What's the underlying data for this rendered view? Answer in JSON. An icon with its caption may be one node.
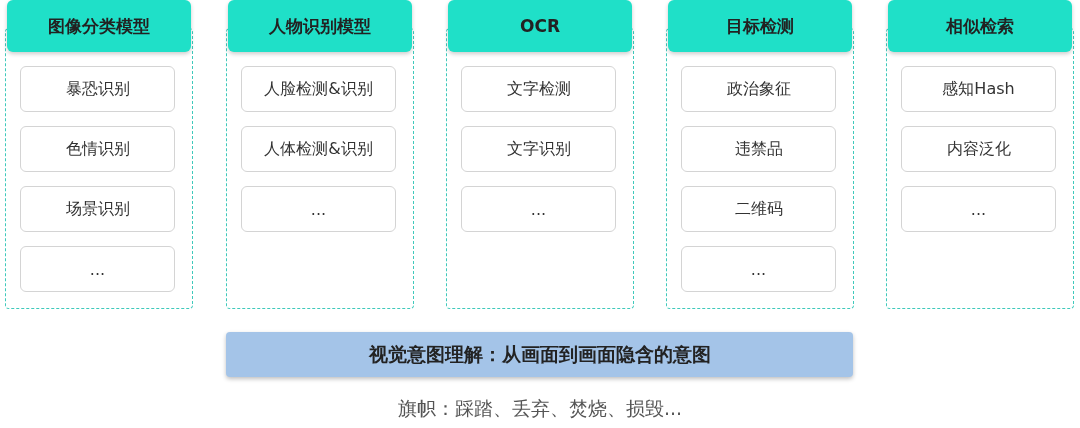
{
  "diagram": {
    "nodes": [
      {
        "text": [
          "图像分类模型"
        ]
      },
      {
        "text": [
          "暴恐识别"
        ],
        "in": 0
      },
      {
        "text": [
          "色情识别"
        ],
        "in": 0
      },
      {
        "text": [
          "场景识别"
        ],
        "in": 0
      },
      {
        "text": [
          "..."
        ],
        "in": 0
      },
      {
        "text": [
          "人物识别模型"
        ]
      },
      {
        "text": [
          "人脸检测&识别"
        ],
        "in": 5
      },
      {
        "text": [
          "人体检测&识别"
        ],
        "in": 5
      },
      {
        "text": [
          "..."
        ],
        "in": 5
      },
      {
        "text": [
          "OCR"
        ]
      },
      {
        "text": [
          "文字检测"
        ],
        "in": 9
      },
      {
        "text": [
          "文字识别"
        ],
        "in": 9
      },
      {
        "text": [
          "..."
        ],
        "in": 9
      },
      {
        "text": [
          "目标检测"
        ]
      },
      {
        "text": [
          "政治象征"
        ],
        "in": 13
      },
      {
        "text": [
          "违禁品"
        ],
        "in": 13
      },
      {
        "text": [
          "二维码"
        ],
        "in": 13
      },
      {
        "text": [
          "..."
        ],
        "in": 13
      },
      {
        "text": [
          "相似检索"
        ]
      },
      {
        "text": [
          "感知Hash"
        ],
        "in": 18
      },
      {
        "text": [
          "内容泛化"
        ],
        "in": 18
      },
      {
        "text": [
          "..."
        ],
        "in": 18
      },
      {
        "text": [
          "视觉意图理解：从画面到画面隐含的意图"
        ]
      }
    ],
    "edges": [],
    "labels": [
      "旗帜：踩踏、丢弃、焚烧、损毁..."
    ]
  }
}
